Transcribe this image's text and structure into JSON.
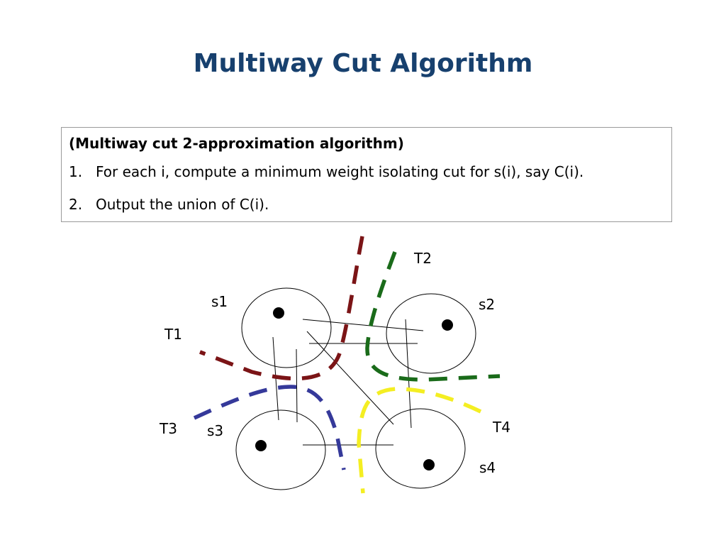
{
  "title": "Multiway Cut Algorithm",
  "algorithm": {
    "heading": "(Multiway cut 2-approximation algorithm)",
    "steps": [
      {
        "number": "1.",
        "text": "For each i, compute a minimum weight isolating cut for s(i), say C(i)."
      },
      {
        "number": "2.",
        "text": "Output the union of C(i)."
      }
    ]
  },
  "diagram": {
    "nodes": [
      {
        "id": "s1",
        "label": "s1"
      },
      {
        "id": "s2",
        "label": "s2"
      },
      {
        "id": "s3",
        "label": "s3"
      },
      {
        "id": "s4",
        "label": "s4"
      }
    ],
    "cuts": [
      {
        "id": "T1",
        "label": "T1",
        "color": "#7b1416"
      },
      {
        "id": "T2",
        "label": "T2",
        "color": "#1a6b1a"
      },
      {
        "id": "T3",
        "label": "T3",
        "color": "#35399a"
      },
      {
        "id": "T4",
        "label": "T4",
        "color": "#f4ee22"
      }
    ]
  }
}
